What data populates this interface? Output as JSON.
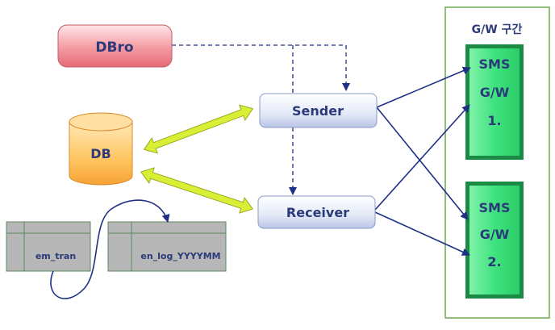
{
  "diagram": {
    "dbro_label": "DBro",
    "db_label": "DB",
    "sender_label": "Sender",
    "receiver_label": "Receiver",
    "gw_zone_label": "G/W 구간",
    "gateways": [
      {
        "line1": "SMS",
        "line2": "G/W",
        "line3": "1."
      },
      {
        "line1": "SMS",
        "line2": "G/W",
        "line3": "2."
      }
    ],
    "tables": [
      {
        "label": "em_tran"
      },
      {
        "label": "en_log_YYYYMM"
      }
    ]
  },
  "colors": {
    "dbro_fill": "#f49aa2",
    "gw_fill": "#37e27a",
    "db_fill": "#ffbd55",
    "process_fill": "#dde5f6",
    "table_fill": "#b7b7b7",
    "zone_border": "#6aa84f",
    "arrow_blue": "#1f2f86",
    "arrow_yellow": "#d8ef35",
    "text_navy": "#2b3a7a"
  }
}
